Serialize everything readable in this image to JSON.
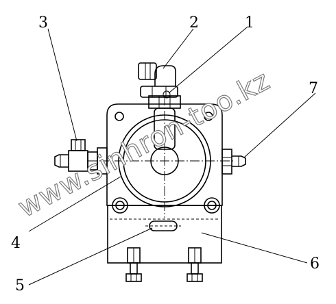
{
  "diagram": {
    "callouts": [
      {
        "id": "1",
        "label": "1"
      },
      {
        "id": "2",
        "label": "2"
      },
      {
        "id": "3",
        "label": "3"
      },
      {
        "id": "4",
        "label": "4"
      },
      {
        "id": "5",
        "label": "5"
      },
      {
        "id": "6",
        "label": "6"
      },
      {
        "id": "7",
        "label": "7"
      }
    ],
    "watermark": "www.sinhron-too.kz"
  },
  "colors": {
    "line": "#000000",
    "watermark_outline": "#7a7a7a",
    "background": "#ffffff"
  }
}
